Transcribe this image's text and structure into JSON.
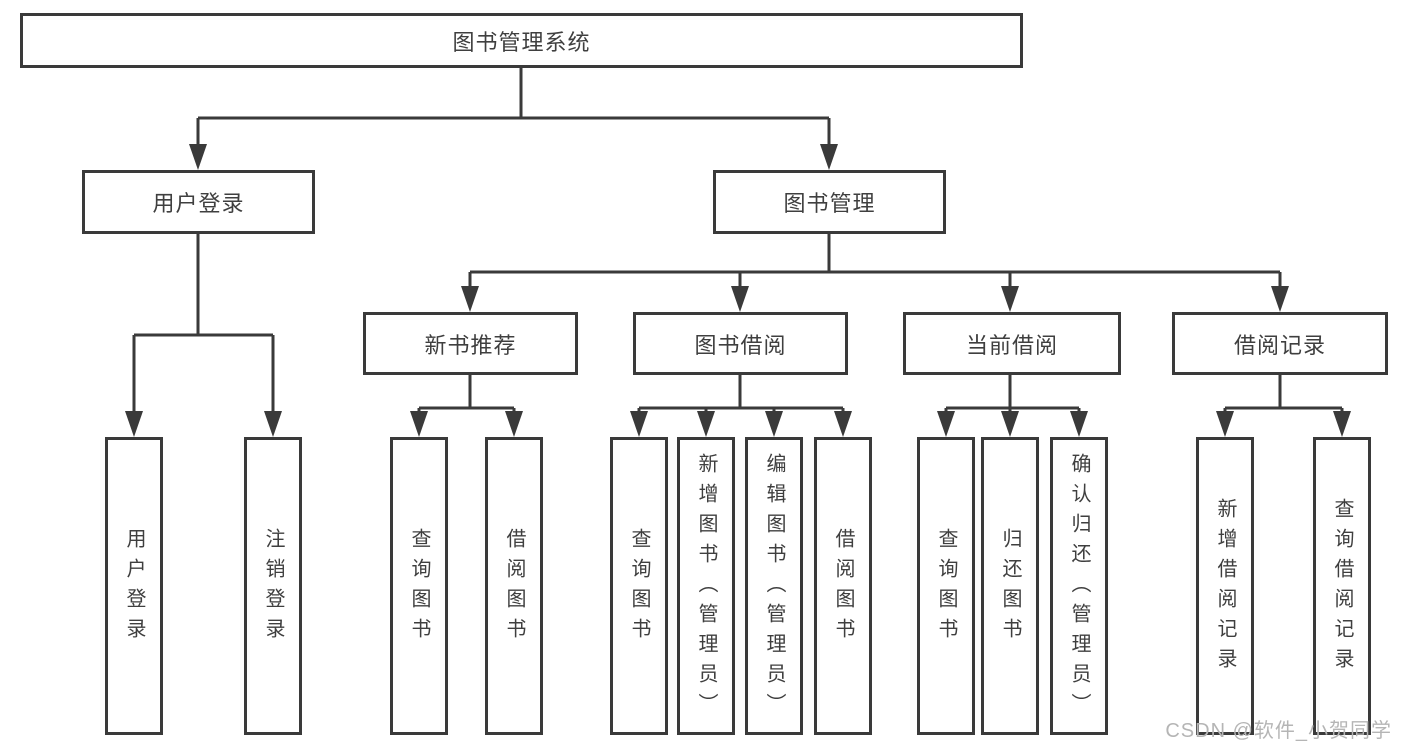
{
  "diagram": {
    "type": "hierarchy-tree",
    "direction": "top-down",
    "colors": {
      "line": "#3a3a3a",
      "box_border": "#3a3a3a",
      "box_fill": "#ffffff",
      "text": "#3f3f3f",
      "background": "#ffffff",
      "watermark": "#b5b5b5"
    }
  },
  "tree": {
    "label": "图书管理系统",
    "children": [
      {
        "label": "用户登录",
        "children": [
          {
            "label": "用户登录"
          },
          {
            "label": "注销登录"
          }
        ]
      },
      {
        "label": "图书管理",
        "children": [
          {
            "label": "新书推荐",
            "children": [
              {
                "label": "查询图书"
              },
              {
                "label": "借阅图书"
              }
            ]
          },
          {
            "label": "图书借阅",
            "children": [
              {
                "label": "查询图书"
              },
              {
                "label": "新增图书（管理员）"
              },
              {
                "label": "编辑图书（管理员）"
              },
              {
                "label": "借阅图书"
              }
            ]
          },
          {
            "label": "当前借阅",
            "children": [
              {
                "label": "查询图书"
              },
              {
                "label": "归还图书"
              },
              {
                "label": "确认归还（管理员）"
              }
            ]
          },
          {
            "label": "借阅记录",
            "children": [
              {
                "label": "新增借阅记录"
              },
              {
                "label": "查询借阅记录"
              }
            ]
          }
        ]
      }
    ]
  },
  "watermark": "CSDN @软件_小贺同学"
}
